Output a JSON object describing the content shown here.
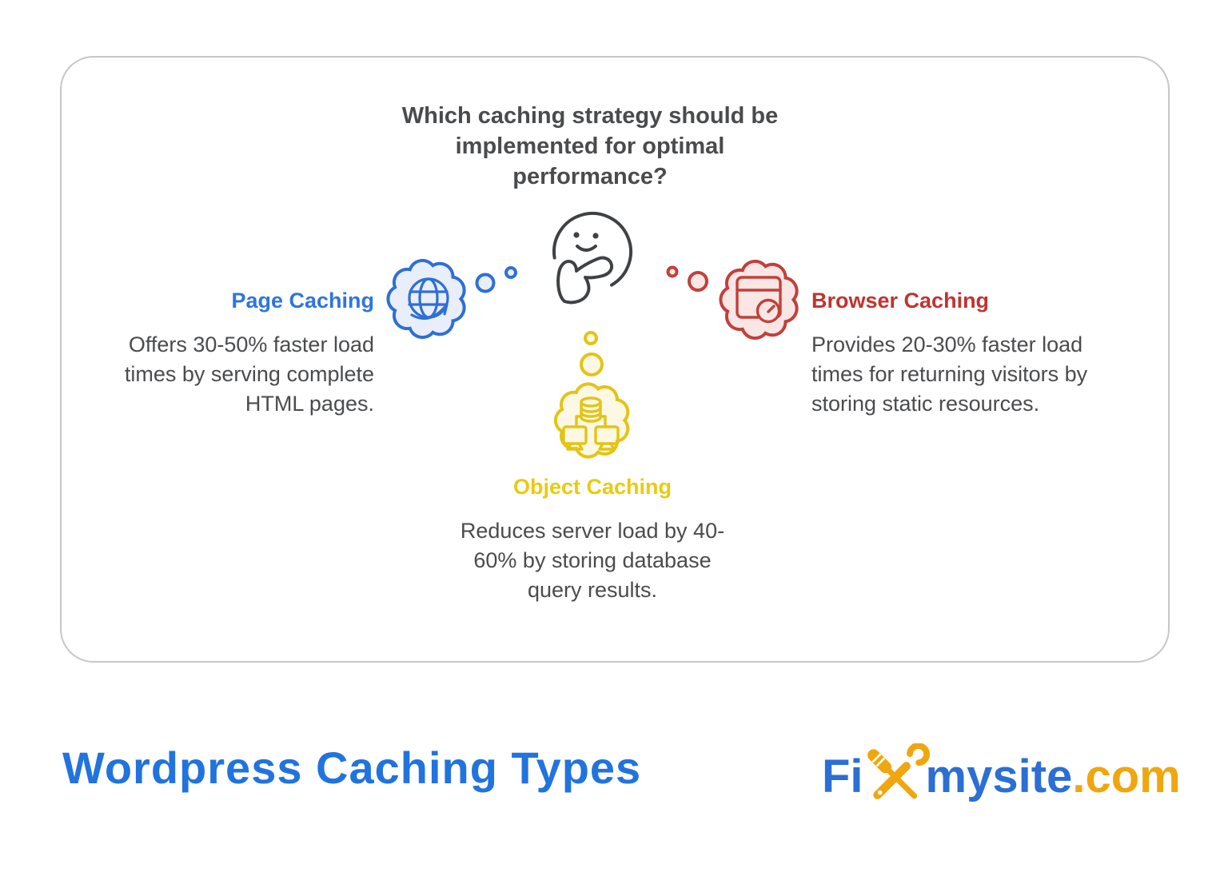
{
  "colors": {
    "blue": "#2e75dd",
    "blue-stroke": "#2e6fd6",
    "blue-fill": "#e8eefa",
    "red": "#bf3430",
    "red-stroke": "#c2403a",
    "red-fill": "#f9e6e5",
    "yellow": "#e9cb0e",
    "yellow-stroke": "#e3c414",
    "yellow-fill": "#fcf8e3",
    "text": "#4a4b4d",
    "face": "#3f4245",
    "card-border": "#c7c7c7",
    "footer-blue": "#2173de",
    "logo-blue": "#2b6fd4",
    "logo-orange": "#f0a60e"
  },
  "question": "Which caching strategy should be\nimplemented for optimal\nperformance?",
  "center_icon": "thinking-face-icon",
  "branches": {
    "page": {
      "title": "Page Caching",
      "description": "Offers 30-50% faster load\ntimes by serving complete\nHTML pages.",
      "icon": "globe-arrow-icon"
    },
    "browser": {
      "title": "Browser Caching",
      "description": "Provides 20-30% faster load\ntimes for returning visitors by\nstoring static resources.",
      "icon": "browser-window-clock-icon"
    },
    "object": {
      "title": "Object Caching",
      "description": "Reduces server load by 40-\n60% by storing database\nquery results.",
      "icon": "database-servers-icon"
    }
  },
  "footer": {
    "title": "Wordpress Caching Types",
    "logo": {
      "prefix": "Fi",
      "icon": "crossed-tools-icon",
      "middle": "mysite",
      "suffix": ".com"
    }
  }
}
